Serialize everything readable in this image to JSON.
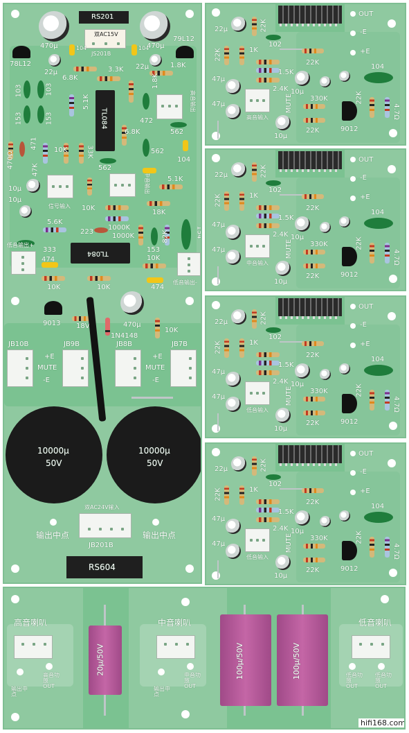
{
  "main_board": {
    "rectifier_top": "RS201",
    "reg_left": "78L12",
    "reg_right": "79L12",
    "power_in_top": "双AC15V",
    "power_in_top_ref": "JS201B",
    "opamp_upper": "TL084",
    "opamp_lower": "TL084",
    "labels_left_caps": [
      "103",
      "103",
      "153",
      "153"
    ],
    "values": {
      "c470_left": "470μ",
      "c470_right": "470μ",
      "c22_left": "22μ",
      "c22_right": "22μ",
      "c104a": "104",
      "c104b": "104",
      "c104c": "104",
      "r6_8k_a": "6.8K",
      "r3_3k": "3.3K",
      "r1_8k_a": "1.8K",
      "r1_8k_b": "1.8K",
      "r5_1k": "5.1K",
      "c472": "472",
      "c562a": "562",
      "c562b": "562",
      "c562c": "562",
      "r6_8k_b": "6.8K",
      "r470": "470Ω",
      "c471": "471",
      "r47k": "47K",
      "r10k_a": "10K",
      "r33k": "33K",
      "c10u_a": "10μ",
      "c10u_b": "10μ",
      "r10k_b": "10K",
      "r5_1k_b": "5.1K",
      "r18k": "18K",
      "r5_6k": "5.6K",
      "c223": "223",
      "r1000k_a": "1000K",
      "r1000k_b": "1000K",
      "c153": "153",
      "r82k": "82K",
      "c154": "154",
      "c333": "333",
      "c474a": "474",
      "c474b": "474",
      "r10k_c": "10K",
      "r10k_d": "10K",
      "r10k_e": "10K",
      "q9013": "9013",
      "r18v": "18V",
      "c470u_mid": "470μ",
      "d1n4148": "1N4148",
      "r10k_f": "10K"
    },
    "io_labels": {
      "sig_in": "信号输入",
      "lo_out_plus": "低音输出+",
      "lo_out_minus": "低音输出-",
      "mid_out": "中音输出",
      "hi_out": "高音输出"
    },
    "jb_connectors": [
      "JB10B",
      "JB9B",
      "JB8B",
      "JB7B"
    ],
    "jb_labels": {
      "plus_e": "+E",
      "mute": "MUTE",
      "minus_e": "-E"
    },
    "big_caps": [
      {
        "value": "10000μ",
        "voltage": "50V"
      },
      {
        "value": "10000μ",
        "voltage": "50V"
      }
    ],
    "out_mid_left": "输出中点",
    "out_mid_right": "输出中点",
    "power_in_bottom": "双AC24V输入",
    "power_in_bottom_ref": "JB201B",
    "rectifier_bottom": "RS604"
  },
  "amp_boards": [
    {
      "out": "OUT",
      "minus_e": "-E",
      "plus_e": "+E",
      "input": "高音输入",
      "c22": "22μ",
      "c47a": "47μ",
      "c47b": "47μ",
      "r22k_top": "22K",
      "c102": "102",
      "r1k": "1K",
      "r1_5k": "1.5K",
      "r2_4k": "2.4K",
      "r22k_mid": "22K",
      "mute": "MUTE",
      "c10u_a": "10μ",
      "c10u_b": "10μ",
      "r330k": "330K",
      "r22k_low": "22K",
      "q9012": "9012",
      "c104": "104",
      "r4_7": "4.7Ω"
    },
    {
      "out": "OUT",
      "minus_e": "-E",
      "plus_e": "+E",
      "input": "中音输入",
      "c22": "22μ",
      "c47a": "47μ",
      "c47b": "47μ",
      "r22k_top": "22K",
      "c102": "102",
      "r1k": "1K",
      "r1_5k": "1.5K",
      "r2_4k": "2.4K",
      "r22k_mid": "22K",
      "mute": "MUTE",
      "c10u_a": "10μ",
      "c10u_b": "10μ",
      "r330k": "330K",
      "r22k_low": "22K",
      "q9012": "9012",
      "c104": "104",
      "r4_7": "4.7Ω"
    },
    {
      "out": "OUT",
      "minus_e": "-E",
      "plus_e": "+E",
      "input": "低音输入",
      "c22": "22μ",
      "c47a": "47μ",
      "c47b": "47μ",
      "r22k_top": "22K",
      "c102": "102",
      "r1k": "1K",
      "r1_5k": "1.5K",
      "r2_4k": "2.4K",
      "r22k_mid": "22K",
      "mute": "MUTE",
      "c10u_a": "10μ",
      "c10u_b": "10μ",
      "r330k": "330K",
      "r22k_low": "22K",
      "q9012": "9012",
      "c104": "104",
      "r4_7": "4.7Ω"
    },
    {
      "out": "OUT",
      "minus_e": "-E",
      "plus_e": "+E",
      "input": "低音输入",
      "c22": "22μ",
      "c47a": "47μ",
      "c47b": "47μ",
      "r22k_top": "22K",
      "c102": "102",
      "r1k": "1K",
      "r1_5k": "1.5K",
      "r2_4k": "2.4K",
      "r22k_mid": "22K",
      "mute": "MUTE",
      "c10u_a": "10μ",
      "c10u_b": "10μ",
      "r330k": "330K",
      "r22k_low": "22K",
      "q9012": "9012",
      "c104": "104",
      "r4_7": "4.7Ω"
    }
  ],
  "crossover_board": {
    "hi_speaker": "高音喇叭",
    "mid_speaker": "中音喇叭",
    "lo_speaker": "低音喇叭",
    "cap1": "20μ/50V",
    "cap2": "100μ/50V",
    "cap3": "100μ/50V",
    "out_mid_a": "输出中点",
    "out_mid_b": "输出中点",
    "hi_amp_out": "高音功放OUT",
    "mid_amp_out": "中音功放OUT",
    "lo_amp_out": "低音功放OUT",
    "lo_amp_out2": "低音功放OUT"
  },
  "watermark": "hifi168.com"
}
